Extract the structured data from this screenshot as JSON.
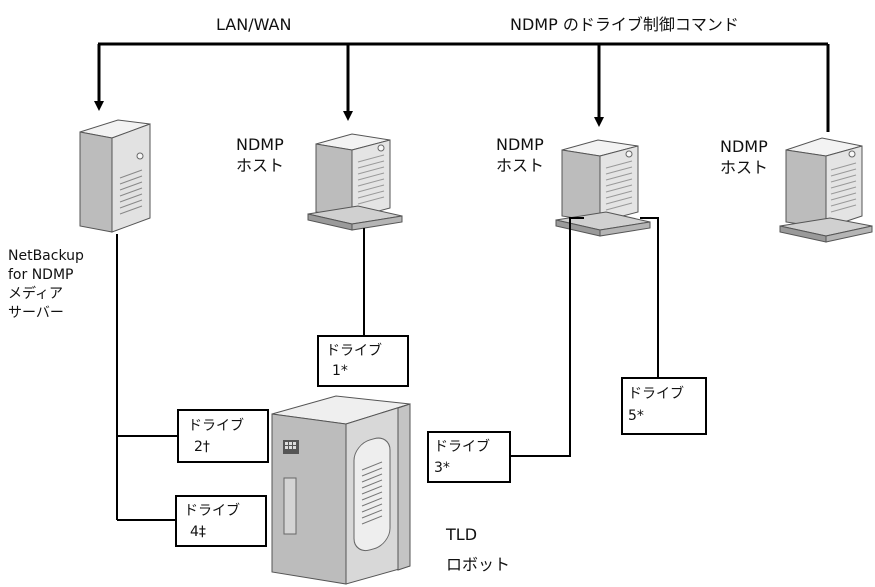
{
  "labels": {
    "network": "LAN/WAN",
    "commands": "NDMP のドライブ制御コマンド",
    "media_server": [
      "NetBackup",
      "for NDMP",
      "メディア",
      "サーバー"
    ],
    "ndmp_host_1": [
      "NDMP",
      "ホスト"
    ],
    "ndmp_host_2": [
      "NDMP",
      "ホスト"
    ],
    "ndmp_host_3": [
      "NDMP",
      "ホスト"
    ],
    "robot": [
      "TLD",
      "ロボット"
    ]
  },
  "drives": [
    {
      "id": "drive-1",
      "line1": "ドライブ",
      "line2": "1*"
    },
    {
      "id": "drive-2",
      "line1": "ドライブ",
      "line2": "2†"
    },
    {
      "id": "drive-3",
      "line1": "ドライブ",
      "line2": "3*"
    },
    {
      "id": "drive-4",
      "line1": "ドライブ",
      "line2": "4‡"
    },
    {
      "id": "drive-5",
      "line1": "ドライブ",
      "line2": "5*"
    }
  ],
  "colors": {
    "line": "#000000",
    "server_front": "#e6e6e6",
    "server_side": "#bdbdbd",
    "server_top": "#f4f4f4",
    "server_base": "#9a9a9a",
    "robot_front": "#d9d9d9",
    "robot_side": "#bcbcbc",
    "robot_top": "#eeeeee"
  }
}
